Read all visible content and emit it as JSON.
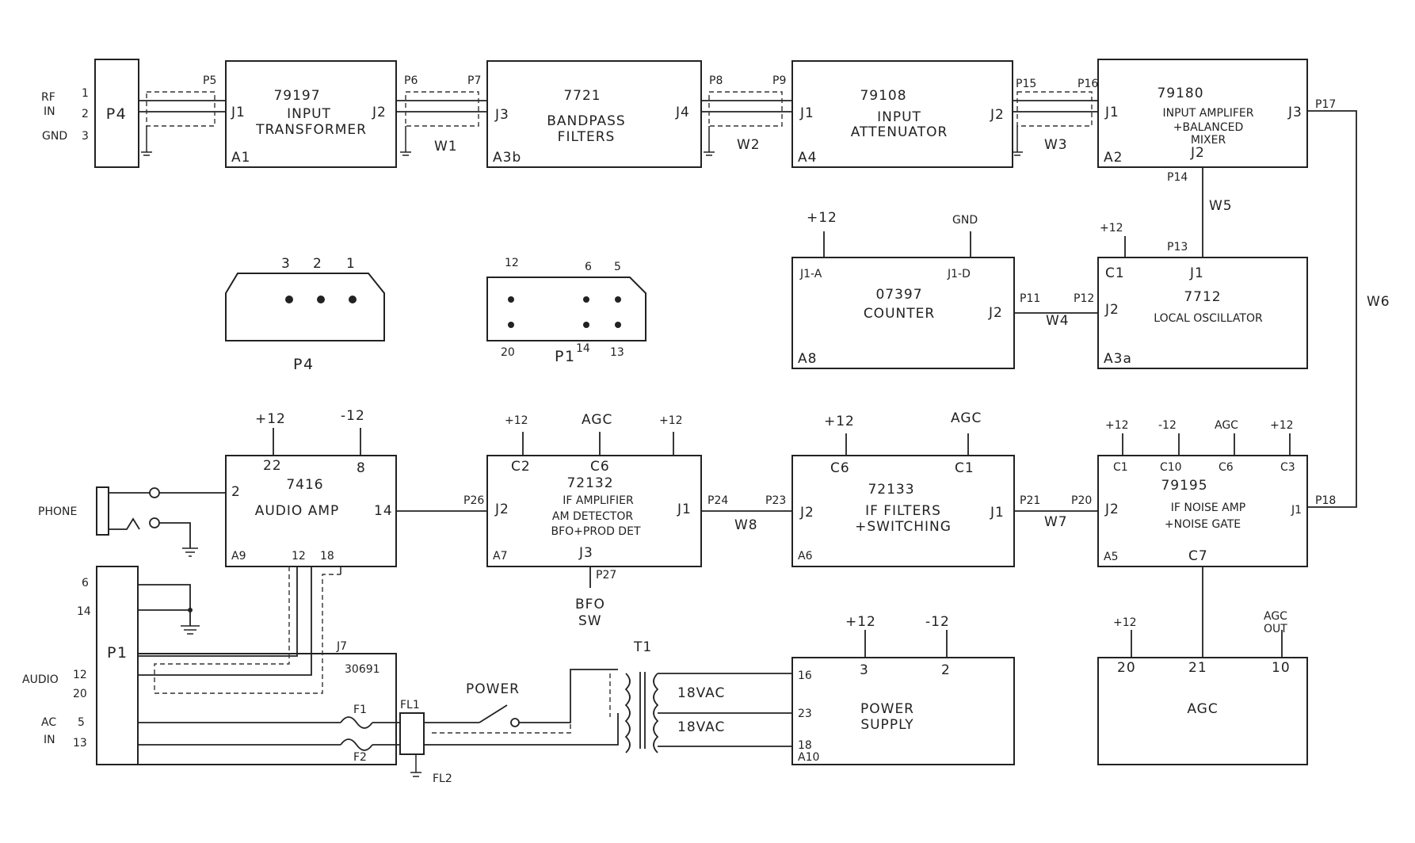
{
  "blocks": {
    "a1": {
      "id": "A1",
      "part": "79197",
      "line1": "INPUT",
      "line2": "TRANSFORMER",
      "left": "J1",
      "right": "J2"
    },
    "a3b": {
      "id": "A3b",
      "part": "7721",
      "line1": "BANDPASS",
      "line2": "FILTERS",
      "left": "J3",
      "right": "J4"
    },
    "a4": {
      "id": "A4",
      "part": "79108",
      "line1": "INPUT",
      "line2": "ATTENUATOR",
      "left": "J1",
      "right": "J2"
    },
    "a2": {
      "id": "A2",
      "part": "79180",
      "line1": "INPUT AMPLIFER",
      "line2": "+BALANCED",
      "line3": "MIXER",
      "left": "J1",
      "right": "J3",
      "bottom": "J2"
    },
    "a8": {
      "id": "A8",
      "part": "07397",
      "line1": "COUNTER",
      "pin_a": "J1-A",
      "pin_d": "J1-D",
      "right": "J2"
    },
    "a3a": {
      "id": "A3a",
      "part": "7712",
      "line1": "LOCAL OSCILLATOR",
      "top_left": "C1",
      "top": "J1",
      "left": "J2"
    },
    "a9": {
      "id": "A9",
      "part": "7416",
      "line1": "AUDIO AMP",
      "pin22": "22",
      "pin8": "8",
      "pin2": "2",
      "pin14": "14",
      "pin12": "12",
      "pin18": "18"
    },
    "a7": {
      "id": "A7",
      "part": "72132",
      "line1": "IF AMPLIFIER",
      "line2": "AM DETECTOR",
      "line3": "BFO+PROD DET",
      "top_left": "C2",
      "top_mid": "C6",
      "left": "J2",
      "right": "J1",
      "bottom": "J3"
    },
    "a6": {
      "id": "A6",
      "part": "72133",
      "line1": "IF FILTERS",
      "line2": "+SWITCHING",
      "top_left": "C6",
      "top_right": "C1",
      "left": "J2",
      "right": "J1"
    },
    "a5": {
      "id": "A5",
      "part": "79195",
      "line1": "IF NOISE AMP",
      "line2": "+NOISE GATE",
      "c1": "C1",
      "c10": "C10",
      "c6": "C6",
      "c3": "C3",
      "left": "J2",
      "right": "J1",
      "bottom": "C7"
    },
    "p1box": {
      "name": "P1"
    },
    "p4box": {
      "name": "P4"
    },
    "j7": {
      "name": "J7",
      "part": "30691"
    },
    "a10": {
      "id": "A10",
      "line1": "POWER",
      "line2": "SUPPLY",
      "pin16": "16",
      "pin23": "23",
      "pin18": "18",
      "pin3": "3",
      "pin2": "2"
    },
    "agc": {
      "name": "AGC",
      "pin20": "20",
      "pin21": "21",
      "pin10": "10"
    }
  },
  "plugs": {
    "p5": "P5",
    "p6": "P6",
    "p7": "P7",
    "p8": "P8",
    "p9": "P9",
    "p15": "P15",
    "p16": "P16",
    "p17": "P17",
    "p14": "P14",
    "p13": "P13",
    "p11": "P11",
    "p12": "P12",
    "p26": "P26",
    "p24": "P24",
    "p23": "P23",
    "p21": "P21",
    "p20": "P20",
    "p18": "P18",
    "p27": "P27"
  },
  "wires": {
    "w1": "W1",
    "w2": "W2",
    "w3": "W3",
    "w4": "W4",
    "w5": "W5",
    "w6": "W6",
    "w7": "W7",
    "w8": "W8"
  },
  "rails": {
    "plus12": "+12",
    "minus12": "-12",
    "gnd": "GND",
    "agc": "AGC"
  },
  "inputs": {
    "rf1": "RF",
    "rf2": "IN",
    "gnd3": "GND",
    "pin1": "1",
    "pin2": "2",
    "pin3": "3",
    "phone": "PHONE",
    "p1_6": "6",
    "p1_14": "14",
    "audio": "AUDIO",
    "p1_12": "12",
    "p1_20": "20",
    "ac": "AC",
    "in": "IN",
    "p1_5": "5",
    "p1_13": "13"
  },
  "connectors": {
    "p4_label": "P4",
    "p4_pins": [
      "3",
      "2",
      "1"
    ],
    "p1_label": "P1",
    "p1_pin14": "14",
    "p1_pins_top": [
      "12",
      "6",
      "5"
    ],
    "p1_pins_bottom": [
      "20",
      "13"
    ]
  },
  "power": {
    "f1": "F1",
    "f2": "F2",
    "fl1": "FL1",
    "fl2": "FL2",
    "power": "POWER",
    "t1": "T1",
    "vac1": "18VAC",
    "vac2": "18VAC",
    "bfo1": "BFO",
    "bfo2": "SW",
    "agc_out1": "AGC",
    "agc_out2": "OUT"
  }
}
